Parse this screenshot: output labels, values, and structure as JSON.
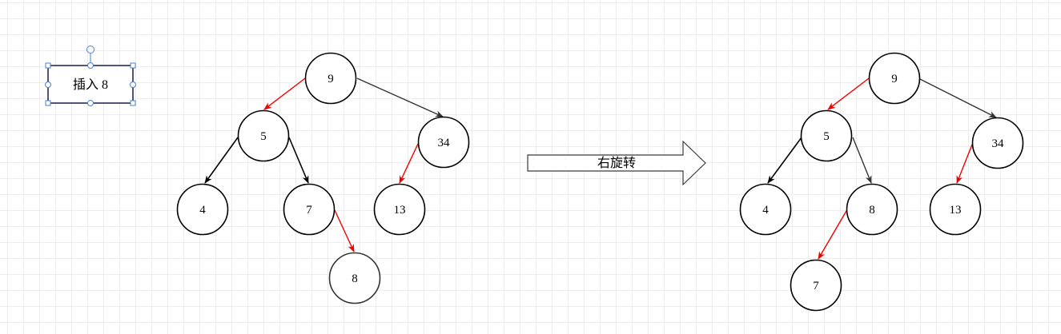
{
  "label_box": {
    "text": "插入 8"
  },
  "arrow": {
    "text": "右旋转"
  },
  "colors": {
    "highlight": "#ee0000",
    "normal": "#000000",
    "grey": "#333333"
  },
  "before": {
    "nodes": [
      {
        "id": "b9",
        "label": "9"
      },
      {
        "id": "b5",
        "label": "5"
      },
      {
        "id": "b34",
        "label": "34"
      },
      {
        "id": "b4",
        "label": "4"
      },
      {
        "id": "b7",
        "label": "7"
      },
      {
        "id": "b13",
        "label": "13"
      },
      {
        "id": "b8",
        "label": "8"
      }
    ],
    "edges": [
      {
        "from": "9",
        "to": "5",
        "color": "highlight"
      },
      {
        "from": "9",
        "to": "34",
        "color": "grey"
      },
      {
        "from": "5",
        "to": "4",
        "color": "normal"
      },
      {
        "from": "5",
        "to": "7",
        "color": "normal"
      },
      {
        "from": "34",
        "to": "13",
        "color": "highlight"
      },
      {
        "from": "7",
        "to": "8",
        "color": "highlight"
      }
    ]
  },
  "after": {
    "nodes": [
      {
        "id": "a9",
        "label": "9"
      },
      {
        "id": "a5",
        "label": "5"
      },
      {
        "id": "a34",
        "label": "34"
      },
      {
        "id": "a4",
        "label": "4"
      },
      {
        "id": "a8",
        "label": "8"
      },
      {
        "id": "a13",
        "label": "13"
      },
      {
        "id": "a7",
        "label": "7"
      }
    ],
    "edges": [
      {
        "from": "9",
        "to": "5",
        "color": "highlight"
      },
      {
        "from": "9",
        "to": "34",
        "color": "grey"
      },
      {
        "from": "5",
        "to": "4",
        "color": "normal"
      },
      {
        "from": "5",
        "to": "8",
        "color": "grey"
      },
      {
        "from": "34",
        "to": "13",
        "color": "highlight"
      },
      {
        "from": "8",
        "to": "7",
        "color": "highlight"
      }
    ]
  }
}
